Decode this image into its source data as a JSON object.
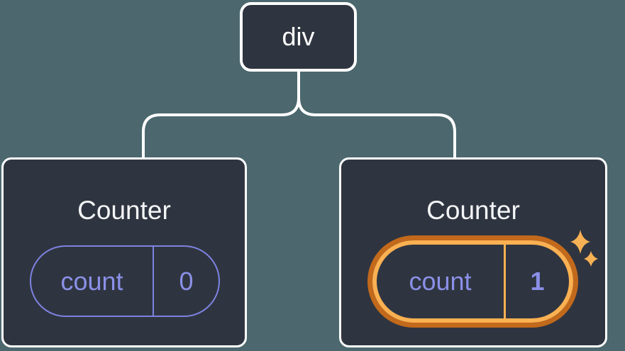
{
  "diagram": {
    "description": "React component tree: a div root with two Counter children; the second Counter's count state pill is highlighted with an orange ring and sparkles",
    "root": {
      "label": "div"
    },
    "children": [
      {
        "title": "Counter",
        "pill": {
          "key": "count",
          "value": "0"
        },
        "highlighted": false
      },
      {
        "title": "Counter",
        "pill": {
          "key": "count",
          "value": "1"
        },
        "highlighted": true
      }
    ]
  },
  "icons": {
    "sparkles": "four-point-star-sparkles"
  },
  "colors": {
    "background": "#4c686e",
    "card_background": "#2f3540",
    "card_border": "#ffffff",
    "connector": "#ffffff",
    "state_purple": "#8b90e8",
    "pill_border_purple": "#7d82e0",
    "highlight_orange_dark": "#c2691c",
    "highlight_orange_light": "#fbb152",
    "sparkle": "#f7b155"
  }
}
